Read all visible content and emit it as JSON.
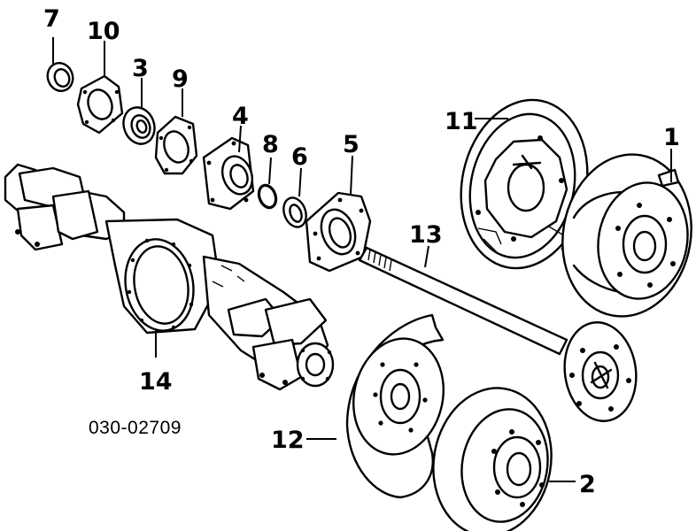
{
  "diagram": {
    "part_number": "030-02709",
    "callouts": [
      {
        "id": "c7",
        "label": "7"
      },
      {
        "id": "c10",
        "label": "10"
      },
      {
        "id": "c3",
        "label": "3"
      },
      {
        "id": "c9",
        "label": "9"
      },
      {
        "id": "c4",
        "label": "4"
      },
      {
        "id": "c8",
        "label": "8"
      },
      {
        "id": "c6",
        "label": "6"
      },
      {
        "id": "c5",
        "label": "5"
      },
      {
        "id": "c11",
        "label": "11"
      },
      {
        "id": "c1",
        "label": "1"
      },
      {
        "id": "c13",
        "label": "13"
      },
      {
        "id": "c14",
        "label": "14"
      },
      {
        "id": "c12",
        "label": "12"
      },
      {
        "id": "c2",
        "label": "2"
      }
    ]
  }
}
